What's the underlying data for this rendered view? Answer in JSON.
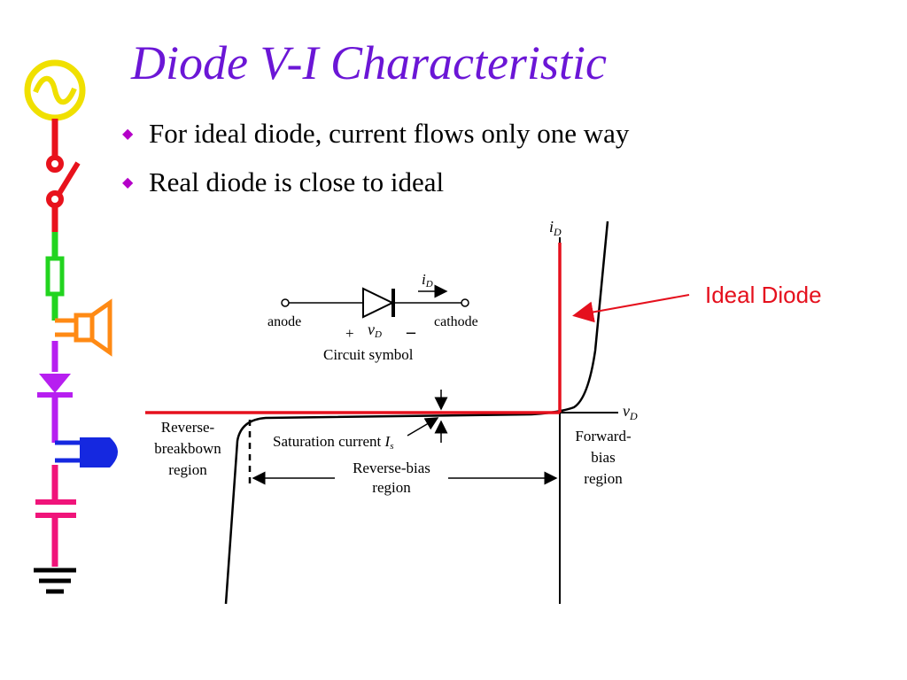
{
  "slide": {
    "title": "Diode V-I Characteristic",
    "bullets": [
      "For ideal diode, current flows only one way",
      "Real diode is close to ideal"
    ]
  },
  "diagram": {
    "axis_current_label": "i",
    "axis_current_sub": "D",
    "axis_voltage_label": "v",
    "axis_voltage_sub": "D",
    "ideal_diode_label": "Ideal Diode",
    "circuit": {
      "anode": "anode",
      "cathode": "cathode",
      "plus": "+",
      "minus": "–",
      "v_label": "v",
      "v_sub": "D",
      "i_label": "i",
      "i_sub": "D",
      "caption": "Circuit symbol"
    },
    "regions": {
      "reverse_breakdown": [
        "Reverse-",
        "breakbown",
        "region"
      ],
      "saturation": "Saturation current ",
      "saturation_symbol": "I",
      "saturation_sub": "s",
      "reverse_bias": [
        "Reverse-bias",
        "region"
      ],
      "forward_bias": [
        "Forward-",
        "bias",
        "region"
      ]
    }
  },
  "colors": {
    "title": "#6b16d6",
    "bullet": "#b400c8",
    "ideal": "#e5101d",
    "source_yellow": "#f0e000",
    "wire_red": "#e8121c",
    "wire_green": "#22d41f",
    "speaker_orange": "#ff8a14",
    "wire_purple": "#b71ff0",
    "wire_blue": "#1528e0",
    "wire_pink": "#f0147a"
  }
}
